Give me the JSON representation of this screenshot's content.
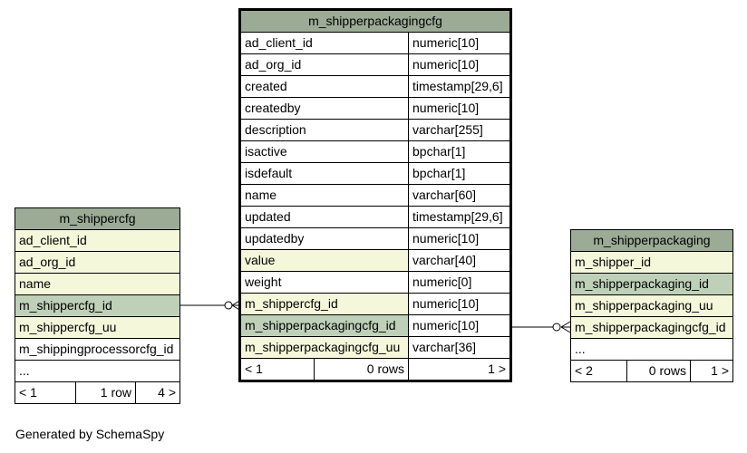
{
  "colors": {
    "header": "#9bab96",
    "primary_key": "#bed1b8",
    "foreign_key": "#f4f7da",
    "plain": "#ffffff",
    "border": "#000000"
  },
  "main_table": {
    "name": "m_shipperpackagingcfg",
    "columns": [
      {
        "name": "ad_client_id",
        "type": "numeric[10]"
      },
      {
        "name": "ad_org_id",
        "type": "numeric[10]"
      },
      {
        "name": "created",
        "type": "timestamp[29,6]"
      },
      {
        "name": "createdby",
        "type": "numeric[10]"
      },
      {
        "name": "description",
        "type": "varchar[255]"
      },
      {
        "name": "isactive",
        "type": "bpchar[1]"
      },
      {
        "name": "isdefault",
        "type": "bpchar[1]"
      },
      {
        "name": "name",
        "type": "varchar[60]"
      },
      {
        "name": "updated",
        "type": "timestamp[29,6]"
      },
      {
        "name": "updatedby",
        "type": "numeric[10]"
      },
      {
        "name": "value",
        "type": "varchar[40]"
      },
      {
        "name": "weight",
        "type": "numeric[0]"
      },
      {
        "name": "m_shippercfg_id",
        "type": "numeric[10]"
      },
      {
        "name": "m_shipperpackagingcfg_id",
        "type": "numeric[10]"
      },
      {
        "name": "m_shipperpackagingcfg_uu",
        "type": "varchar[36]"
      }
    ],
    "footer": {
      "parents": "< 1",
      "rows": "0 rows",
      "children": "1 >"
    }
  },
  "left_table": {
    "name": "m_shippercfg",
    "columns": [
      "ad_client_id",
      "ad_org_id",
      "name",
      "m_shippercfg_id",
      "m_shippercfg_uu",
      "m_shippingprocessorcfg_id",
      "..."
    ],
    "footer": {
      "parents": "< 1",
      "rows": "1 row",
      "children": "4 >"
    }
  },
  "right_table": {
    "name": "m_shipperpackaging",
    "columns": [
      "m_shipper_id",
      "m_shipperpackaging_id",
      "m_shipperpackaging_uu",
      "m_shipperpackagingcfg_id",
      "..."
    ],
    "footer": {
      "parents": "< 2",
      "rows": "0 rows",
      "children": "1 >"
    }
  },
  "generated_by": "Generated by SchemaSpy"
}
